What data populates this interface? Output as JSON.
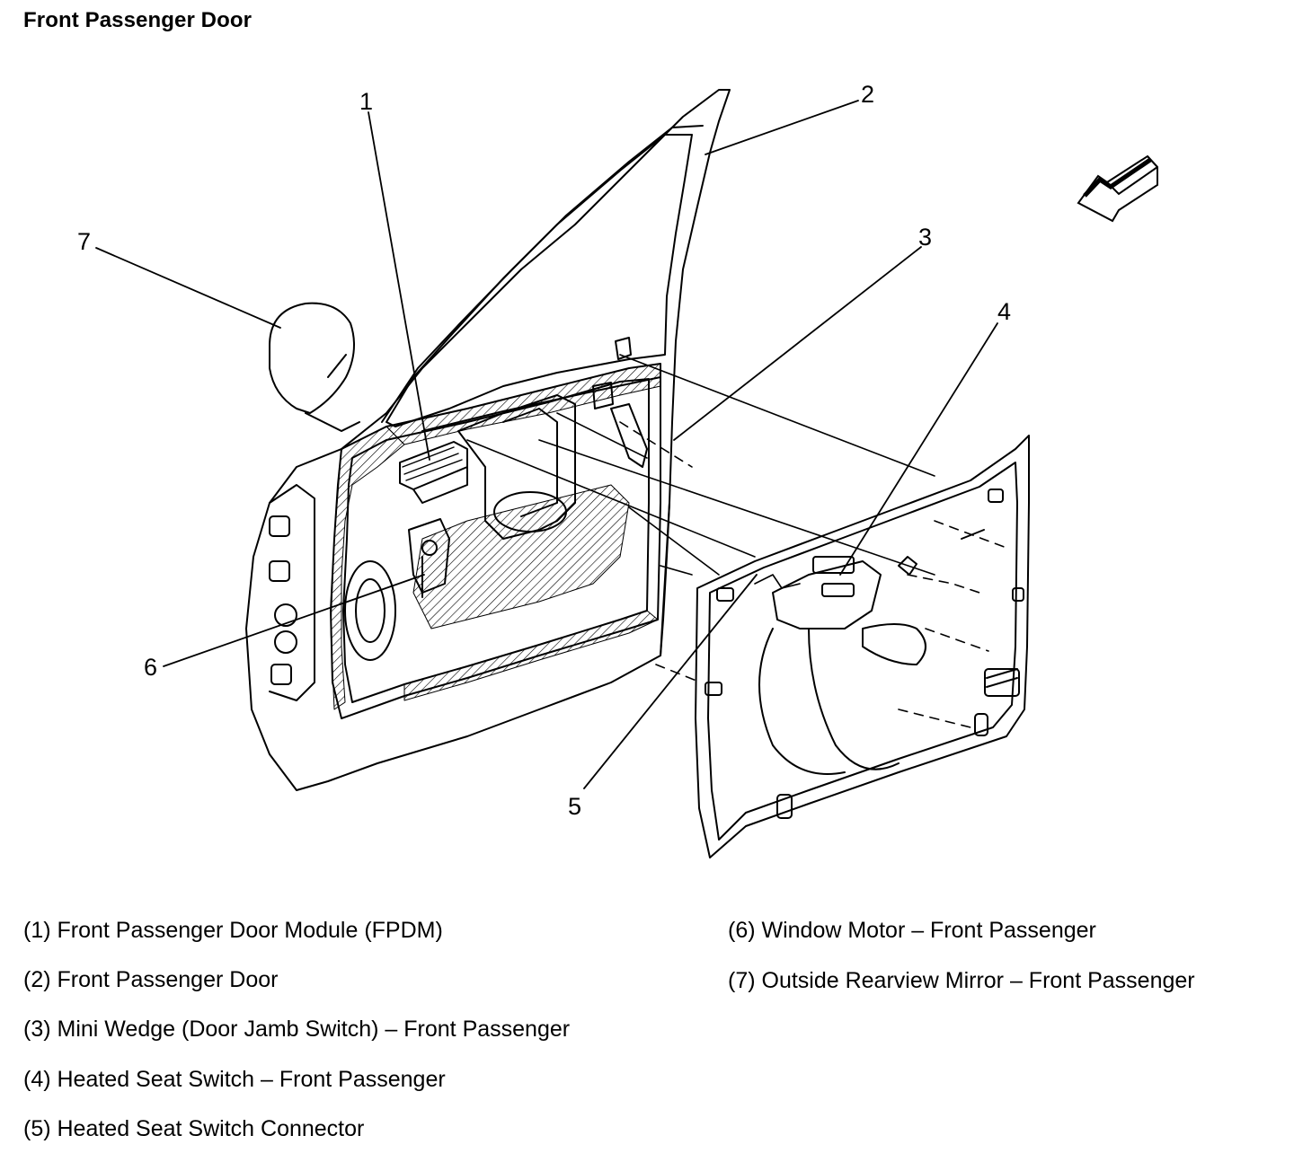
{
  "title": "Front Passenger Door",
  "callouts": [
    {
      "id": 1,
      "label": "1"
    },
    {
      "id": 2,
      "label": "2"
    },
    {
      "id": 3,
      "label": "3"
    },
    {
      "id": 4,
      "label": "4"
    },
    {
      "id": 5,
      "label": "5"
    },
    {
      "id": 6,
      "label": "6"
    },
    {
      "id": 7,
      "label": "7"
    }
  ],
  "legend": {
    "left": [
      "(1) Front Passenger Door Module (FPDM)",
      "(2) Front Passenger Door",
      "(3) Mini Wedge (Door Jamb Switch) – Front Passenger",
      "(4) Heated Seat Switch – Front Passenger",
      "(5) Heated Seat Switch Connector"
    ],
    "right": [
      "(6) Window Motor – Front Passenger",
      "(7) Outside Rearview Mirror – Front Passenger"
    ]
  },
  "icons": {
    "direction_arrow": "direction-arrow-icon"
  },
  "colors": {
    "line": "#000000",
    "background": "#ffffff"
  }
}
